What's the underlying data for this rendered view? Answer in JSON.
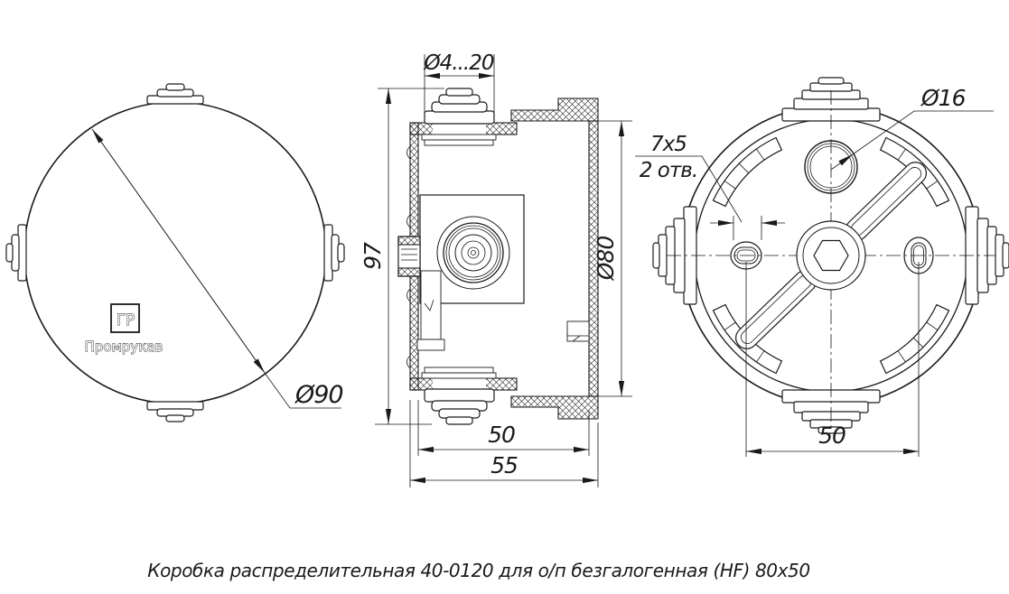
{
  "colors": {
    "line": "#1a1a1a",
    "background": "#ffffff"
  },
  "front_view": {
    "diameter_label": "Ø90",
    "logo_mark": "ГР",
    "logo_name": "Промрукав"
  },
  "section_view": {
    "gland_range_label": "Ø4...20",
    "height_label": "97",
    "inner_diameter_label": "Ø80",
    "body_depth_label": "50",
    "overall_depth_label": "55"
  },
  "back_view": {
    "hole_diameter_label": "Ø16",
    "slot_size_label": "7x5",
    "slot_count_label": "2 отв.",
    "hole_spacing_label": "50"
  },
  "caption": "Коробка распределительная 40-0120 для о/п безгалогенная (HF) 80x50"
}
